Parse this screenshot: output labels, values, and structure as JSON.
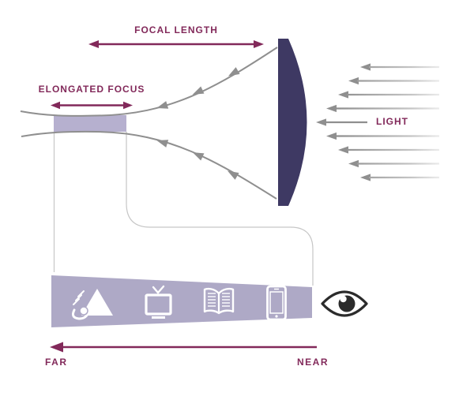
{
  "diagram": {
    "type": "optics-elongated-focus",
    "labels": {
      "focal_length": "FOCAL LENGTH",
      "elongated_focus": "ELONGATED FOCUS",
      "light": "LIGHT",
      "far": "FAR",
      "near": "NEAR"
    },
    "distance_icons": [
      "mountain-icon",
      "tv-icon",
      "book-icon",
      "smartphone-icon"
    ],
    "viewer_icon": "eye-icon",
    "light_ray_count": 9,
    "beam_arrowheads_per_curve": 3
  },
  "colors": {
    "accent": "#82295A",
    "lens": "#3E3963",
    "focus_zone": "#B6B0CF",
    "band": "#AEA9C6",
    "ray": "#8F8F8F",
    "connector": "#C6C6C6",
    "eye": "#2B2B2B",
    "icon": "#FFFFFF",
    "bg": "#FFFFFF"
  }
}
